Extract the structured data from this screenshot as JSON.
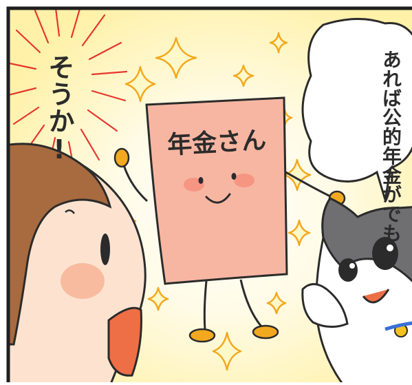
{
  "panel": {
    "exclamation": "そうか!",
    "speech_bubble": {
      "line1": "でも",
      "line2": "公的年金が",
      "line3": "あれば"
    },
    "card_label": "年金さん"
  },
  "characters": [
    "woman",
    "pension-card-mascot",
    "cat"
  ],
  "colors": {
    "background_glow": "#fff3b8",
    "card": "#f7b6a2",
    "hair": "#a86a3f",
    "skin": "#fde3cf",
    "cheek": "#f7a98a",
    "sparkle": "#f7b328",
    "burst": "#e6362e",
    "cat_gray": "#6f6f72",
    "mouth": "#ee6e46"
  }
}
